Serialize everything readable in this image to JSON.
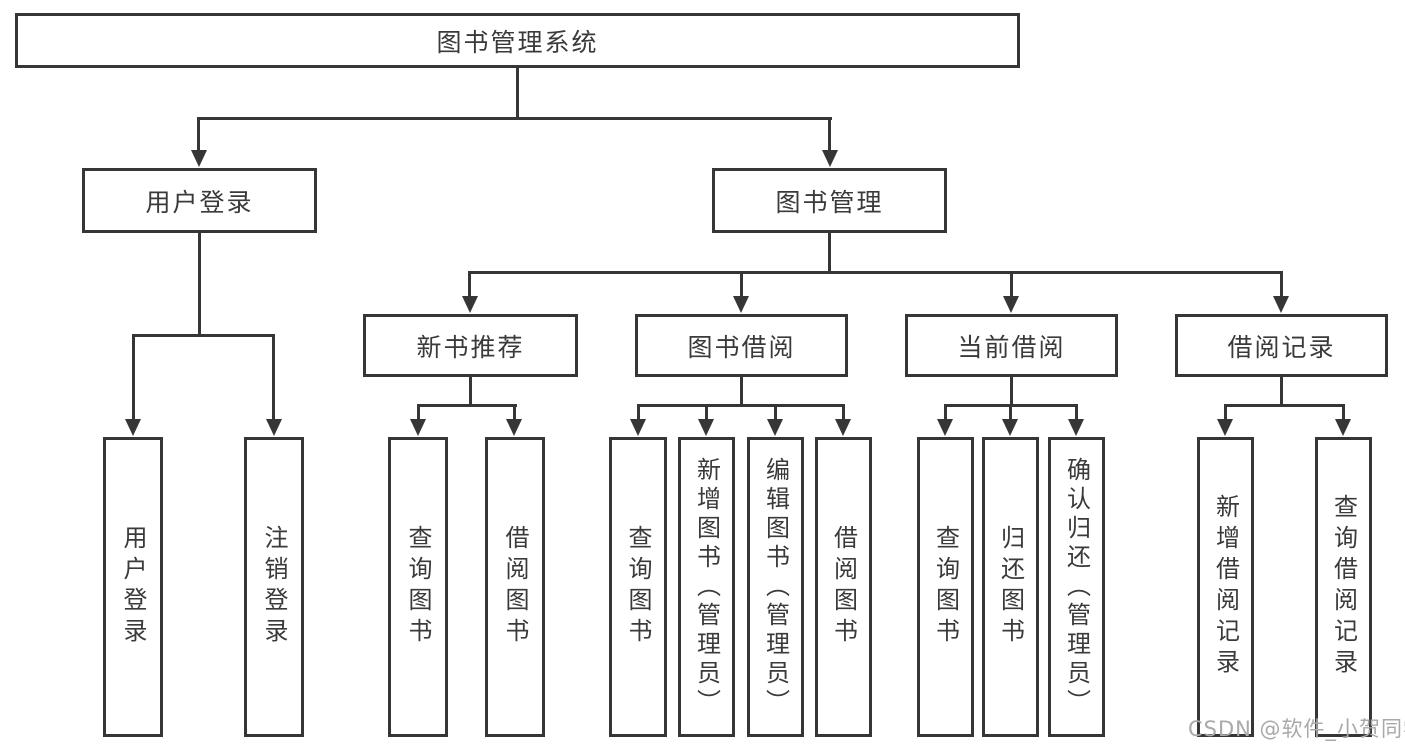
{
  "root": {
    "label": "图书管理系统"
  },
  "level2": [
    {
      "label": "用户登录"
    },
    {
      "label": "图书管理"
    }
  ],
  "level3": [
    {
      "label": "新书推荐"
    },
    {
      "label": "图书借阅"
    },
    {
      "label": "当前借阅"
    },
    {
      "label": "借阅记录"
    }
  ],
  "leaves": [
    {
      "label": "用户登录"
    },
    {
      "label": "注销登录"
    },
    {
      "label": "查询图书"
    },
    {
      "label": "借阅图书"
    },
    {
      "label": "查询图书"
    },
    {
      "label": "新增图书（管理员）"
    },
    {
      "label": "编辑图书（管理员）"
    },
    {
      "label": "借阅图书"
    },
    {
      "label": "查询图书"
    },
    {
      "label": "归还图书"
    },
    {
      "label": "确认归还（管理员）"
    },
    {
      "label": "新增借阅记录"
    },
    {
      "label": "查询借阅记录"
    }
  ],
  "watermark": {
    "label": "CSDN @软件_小贺同学"
  },
  "colors": {
    "line": "#363636",
    "text": "#3a3a3a",
    "watermark": "#a9a9a9",
    "background": "#ffffff"
  }
}
